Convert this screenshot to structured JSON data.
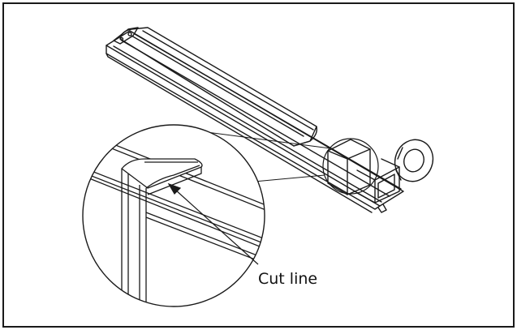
{
  "figure": {
    "callout_label": "Cut line",
    "colors": {
      "frame": "#1a1a1a",
      "line": "#1a1a1a",
      "fill": "#ffffff"
    },
    "parts": [
      "rail-housing",
      "end-cap",
      "cover-strip",
      "mounting-ring",
      "sleeve-band",
      "detail-magnifier",
      "leader-arrow"
    ]
  }
}
